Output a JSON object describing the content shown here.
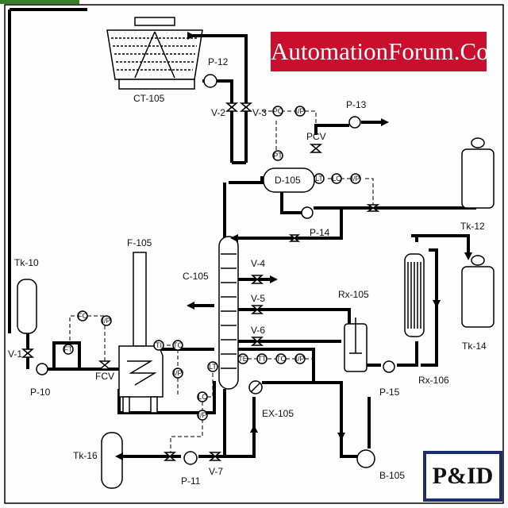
{
  "banner_text": "AutomationForum.Co",
  "corner_label": "P&ID",
  "labels": {
    "ct105": "CT-105",
    "p12": "P-12",
    "v2": "V-2",
    "v3": "V-3",
    "p13": "P-13",
    "pcv": "PCV",
    "d105": "D-105",
    "tk12": "Tk-12",
    "p14": "P-14",
    "f105": "F-105",
    "c105": "C-105",
    "v4": "V-4",
    "v5": "V-5",
    "v6": "V-6",
    "tk10": "Tk-10",
    "v1": "V-1",
    "p10": "P-10",
    "fcv": "FCV",
    "rx105": "Rx-105",
    "rx106": "Rx-106",
    "tk14": "Tk-14",
    "p15": "P-15",
    "ex105": "EX-105",
    "b105": "B-105",
    "tk16": "Tk-16",
    "p11": "P-11",
    "v7": "V-7"
  },
  "instruments": {
    "pc": "PC",
    "ip": "I/P",
    "pt": "PT",
    "lt": "LT",
    "lc": "LC",
    "fc": "FC",
    "ft": "FT",
    "ti": "TI",
    "tc": "TC",
    "te": "TE",
    "tt": "TT"
  }
}
